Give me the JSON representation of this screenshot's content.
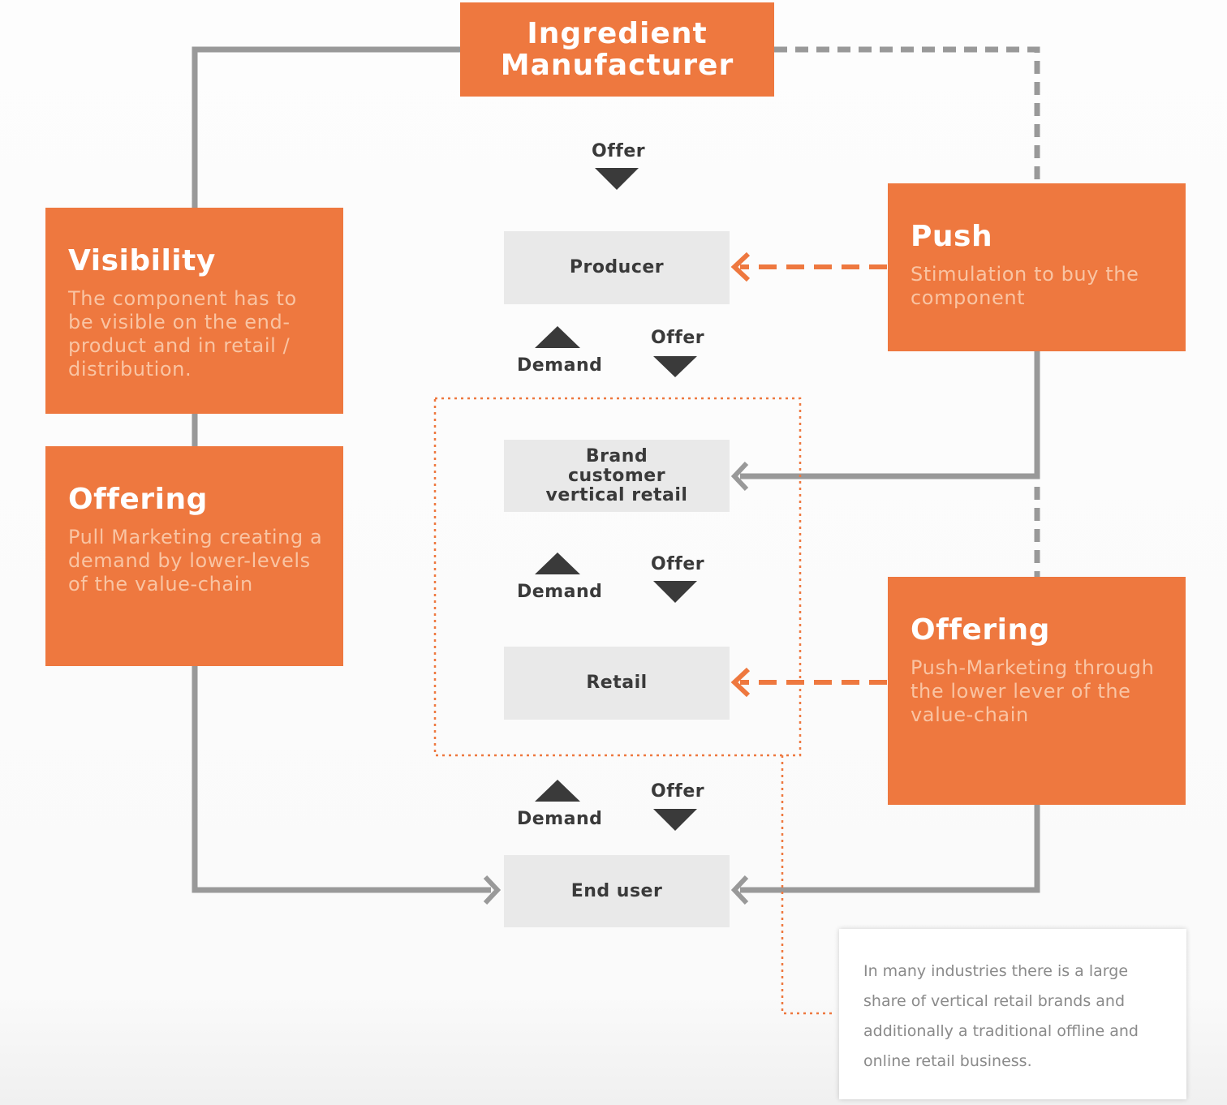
{
  "colors": {
    "accent": "#ee783f",
    "neutral_box": "#e9e9e9",
    "connector": "#999999",
    "text_dark": "#3a3a3a"
  },
  "top": {
    "title_line1": "Ingredient",
    "title_line2": "Manufacturer"
  },
  "chain": {
    "producer": "Producer",
    "brand_customer": "Brand customer vertical retail",
    "retail": "Retail",
    "end_user": "End user"
  },
  "flow": {
    "offer": "Offer",
    "demand": "Demand"
  },
  "left": {
    "visibility": {
      "title": "Visibility",
      "desc": "The component has to be visible on the end-product and in retail / distribution."
    },
    "offering": {
      "title": "Offering",
      "desc": "Pull Marketing creating a demand by lower-levels of the value-chain"
    }
  },
  "right": {
    "push": {
      "title": "Push",
      "desc": "Stimulation to buy the component"
    },
    "offering": {
      "title": "Offering",
      "desc": "Push-Marketing through the lower lever of the value-chain"
    }
  },
  "note": "In many industries there is a large share of vertical retail brands and additionally a traditional offline and online retail business."
}
